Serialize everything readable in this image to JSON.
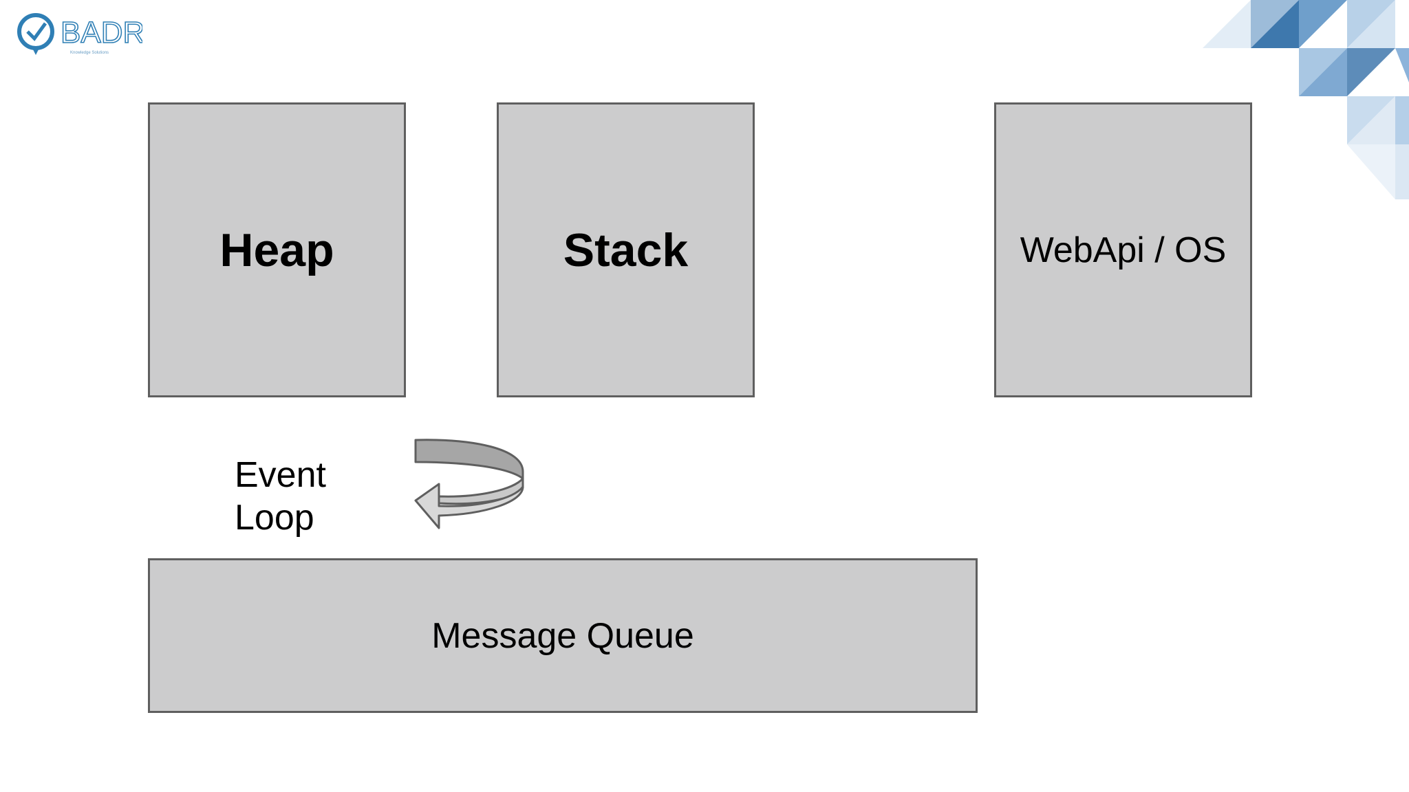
{
  "logo": {
    "text": "BADR",
    "tagline": "Knowledge Solutions",
    "color": "#2f7fb5"
  },
  "boxes": {
    "heap": "Heap",
    "stack": "Stack",
    "webapi": "WebApi / OS",
    "queue": "Message Queue"
  },
  "event_loop": {
    "line1": "Event",
    "line2": "Loop"
  },
  "colors": {
    "box_fill": "#cccccd",
    "box_border": "#5f5f5f",
    "arrow_fill": "#a6a6a6",
    "arrow_head": "#d8d8d8",
    "deco_blue": "#2f6ca8"
  }
}
